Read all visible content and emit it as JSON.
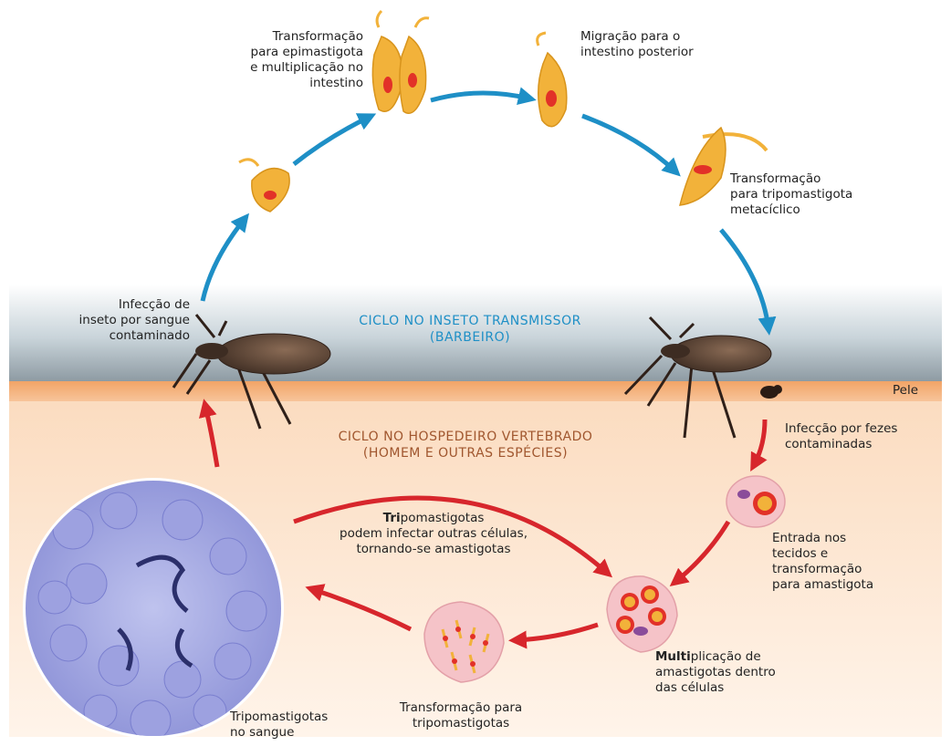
{
  "colors": {
    "insect_cycle": "#1e8fc6",
    "host_cycle": "#d7262c",
    "parasite_body": "#f2b23a",
    "nucleus": "#e23128",
    "skin": "#f3a66e"
  },
  "titles": {
    "insect_cycle": "CICLO NO INSETO TRANSMISSOR\n(BARBEIRO)",
    "host_cycle": "CICLO NO HOSPEDEIRO VERTEBRADO\n(HOMEM E OUTRAS ESPÉCIES)"
  },
  "labels": {
    "infection_insect": "Infecção de\ninseto por sangue\ncontaminado",
    "epimastigote": "Transformação\npara epimastigota\ne multiplicação no\nintestino",
    "migration": "Migração para o\nintestino posterior",
    "metacyclic": "Transformação\npara tripomastigota\nmetacíclico",
    "skin": "Pele",
    "feces_infection": "Infecção por fezes\ncontaminadas",
    "tissue_entry": "Entrada nos\ntecidos e\ntransformação\npara amastigota",
    "multiplication_prefix": "Multi",
    "multiplication_rest": "plicação de\namastigotas dentro\ndas células",
    "transform_tripo": "Transformação para\ntripomastigotas",
    "blood_tripo": "Tripomastigotas\nno sangue",
    "infect_others_prefix": "Tri",
    "infect_others_rest": "pomastigotas\npodem infectar outras células,\ntornando-se amastigotas"
  },
  "icons": [
    "parasite-icon",
    "barbeiro-bug-icon",
    "cell-icon",
    "blood-smear-icon",
    "feces-icon"
  ]
}
